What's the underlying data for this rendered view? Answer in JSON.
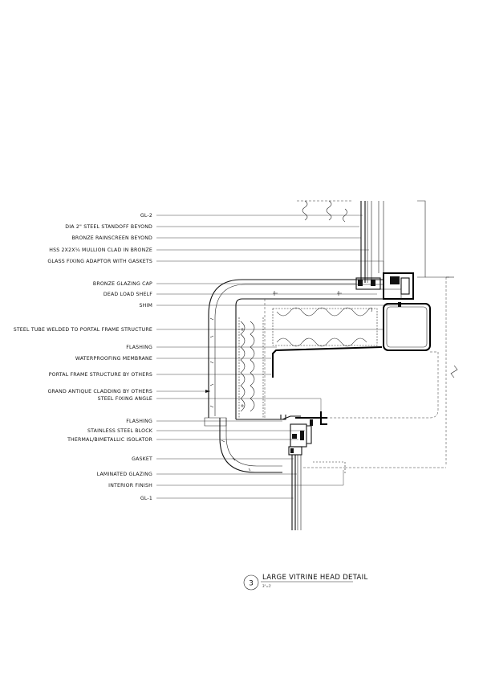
{
  "labels": [
    "GL-2",
    "DIA 2\" STEEL STANDOFF BEYOND",
    "BRONZE RAINSCREEN BEYOND",
    "HSS 2X2X¼ MULLION CLAD IN BRONZE",
    "GLASS FIXING ADAPTOR WITH GASKETS",
    "BRONZE GLAZING CAP",
    "DEAD LOAD SHELF",
    "SHIM",
    "STEEL TUBE WELDED TO PORTAL FRAME STRUCTURE",
    "FLASHING",
    "WATERPROOFING MEMBRANE",
    "PORTAL FRAME STRUCTURE BY OTHERS",
    "GRAND ANTIQUE CLADDING BY OTHERS",
    "STEEL FIXING ANGLE",
    "FLASHING",
    "STAINLESS STEEL BLOCK",
    "THERMAL/BIMETALLIC ISOLATOR",
    "GASKET",
    "LAMINATED GLAZING",
    "INTERIOR FINISH",
    "GL-1"
  ],
  "title_block": {
    "detail_number": "3",
    "title": "LARGE VITRINE HEAD DETAIL",
    "subtitle": "3\"=1'"
  }
}
